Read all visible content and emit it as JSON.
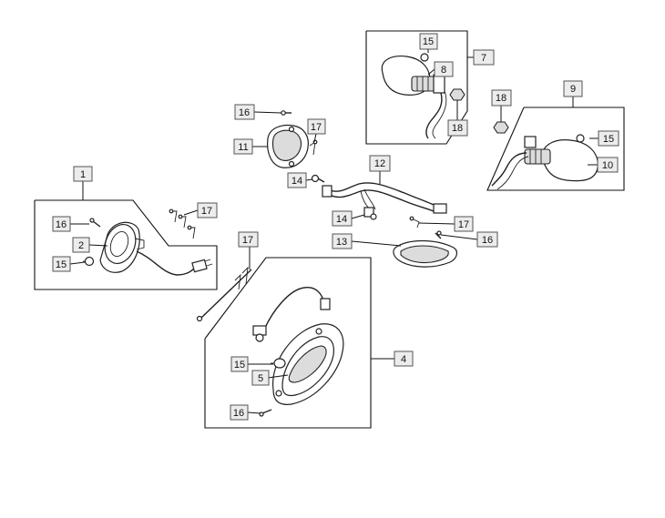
{
  "callouts": [
    {
      "id": "c1",
      "label": "1"
    },
    {
      "id": "c2",
      "label": "2"
    },
    {
      "id": "c4",
      "label": "4"
    },
    {
      "id": "c5",
      "label": "5"
    },
    {
      "id": "c7",
      "label": "7"
    },
    {
      "id": "c8",
      "label": "8"
    },
    {
      "id": "c9",
      "label": "9"
    },
    {
      "id": "c10",
      "label": "10"
    },
    {
      "id": "c11",
      "label": "11"
    },
    {
      "id": "c12",
      "label": "12"
    },
    {
      "id": "c13",
      "label": "13"
    },
    {
      "id": "c14a",
      "label": "14"
    },
    {
      "id": "c14b",
      "label": "14"
    },
    {
      "id": "c15a",
      "label": "15"
    },
    {
      "id": "c15b",
      "label": "15"
    },
    {
      "id": "c15c",
      "label": "15"
    },
    {
      "id": "c15d",
      "label": "15"
    },
    {
      "id": "c16a",
      "label": "16"
    },
    {
      "id": "c16b",
      "label": "16"
    },
    {
      "id": "c16c",
      "label": "16"
    },
    {
      "id": "c16d",
      "label": "16"
    },
    {
      "id": "c17a",
      "label": "17"
    },
    {
      "id": "c17b",
      "label": "17"
    },
    {
      "id": "c17c",
      "label": "17"
    },
    {
      "id": "c17d",
      "label": "17"
    },
    {
      "id": "c18a",
      "label": "18"
    },
    {
      "id": "c18b",
      "label": "18"
    }
  ]
}
